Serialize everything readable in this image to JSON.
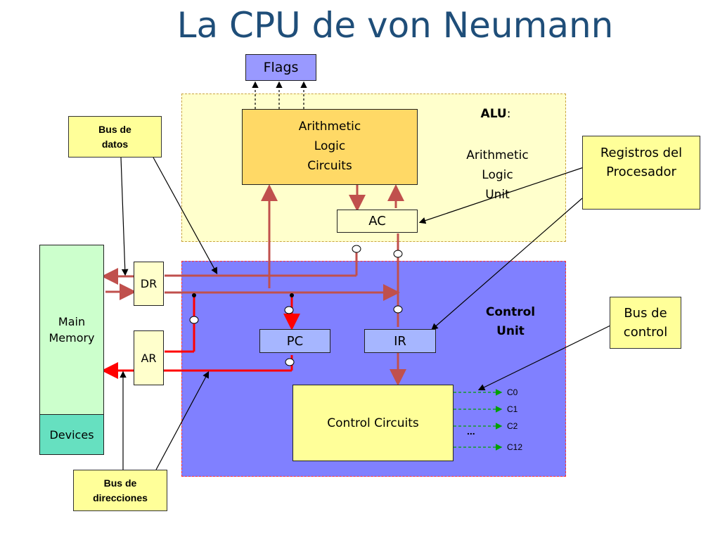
{
  "title": "La CPU de von Neumann",
  "flags": "Flags",
  "alu_circuits": "Arithmetic\nLogic\nCircuits",
  "alu_label_bold": "ALU",
  "alu_label_colon": ":",
  "alu_desc": "Arithmetic\nLogic\nUnit",
  "ac": "AC",
  "dr": "DR",
  "ar": "AR",
  "pc": "PC",
  "ir": "IR",
  "main_memory": "Main\nMemory",
  "devices": "Devices",
  "control_unit": "Control\nUnit",
  "control_circuits": "Control Circuits",
  "control_lines": [
    "C0",
    "C1",
    "C2",
    "C12"
  ],
  "ellipsis": "...",
  "callouts": {
    "bus_datos": "Bus de\ndatos",
    "registros": "Registros del\nProcesador",
    "bus_control": "Bus de\ncontrol",
    "bus_direcciones": "Bus de\ndirecciones"
  },
  "colors": {
    "title": "#1f4e79",
    "alu_region": "#ffffcc",
    "control_region": "#8080ff",
    "alu_circuits": "#ffd966",
    "register": "#ffffcc",
    "pc_ir": "#a6b6ff",
    "memory": "#ccffcc",
    "devices": "#66e0c0",
    "bus_line": "#c0504d",
    "control_bus": "#ff0000",
    "signal": "#00a000"
  }
}
